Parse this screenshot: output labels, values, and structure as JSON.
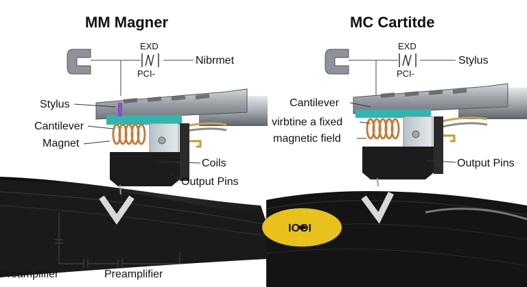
{
  "left": {
    "title": "MM Magner",
    "circuit": {
      "top": "EXD",
      "bottom": "PCI-",
      "right": "Nibrmet"
    },
    "labels": {
      "stylus": "Stylus",
      "cantilever": "Cantilever",
      "magnet": "Magnet",
      "coils": "Coils",
      "output_pins": "Output Pins"
    },
    "preamp": {
      "left": "Preamplifier",
      "right": "Preamplifier"
    }
  },
  "right": {
    "title": "MC Cartitde",
    "circuit": {
      "top": "EXD",
      "bottom": "PCI-",
      "right": "Stylus"
    },
    "labels": {
      "cantilever": "Cantilever",
      "fixed1": "virbtine a fixed",
      "fixed2": "magnetic field",
      "output_pins": "Output Pins"
    },
    "record_label": "IOOI"
  },
  "colors": {
    "vinyl": "#151515",
    "label_yellow": "#e8c21a",
    "body_black": "#1c1c1c",
    "metal": "#a9aeb3",
    "coil_copper": "#c77a3a",
    "teal": "#2fb6b0",
    "stylus_purple": "#8b4fc9"
  }
}
